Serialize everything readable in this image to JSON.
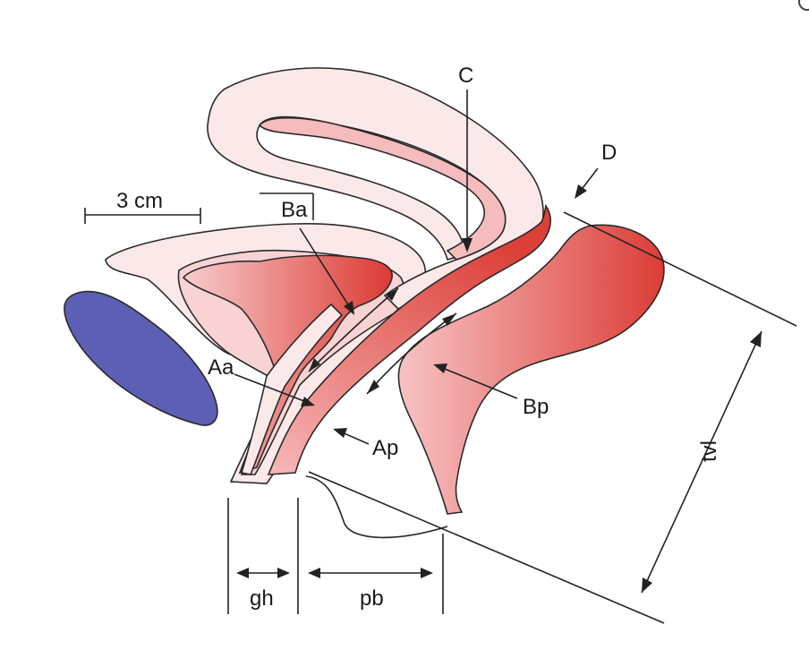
{
  "labels": {
    "scale": "3 cm",
    "ba": "Ba",
    "c": "C",
    "d": "D",
    "aa": "Aa",
    "ap": "Ap",
    "bp": "Bp",
    "tvl": "tvl",
    "gh": "gh",
    "pb": "pb"
  },
  "colors": {
    "tissue_light": "#fbe9ea",
    "tissue_mid": "#f4b1b3",
    "tissue_red": "#e0473f",
    "bone_blue": "#5d5fb5",
    "outline": "#2a2a2a"
  }
}
